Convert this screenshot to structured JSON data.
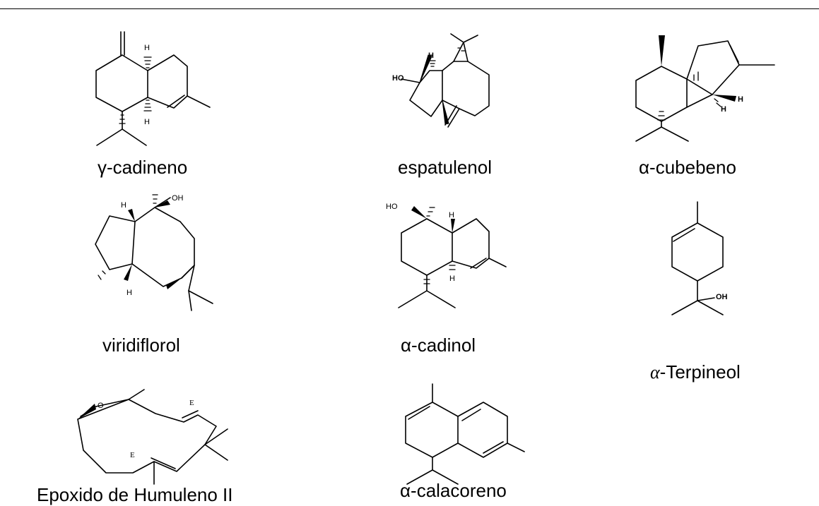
{
  "labels": {
    "gamma_cadineno": "γ-cadineno",
    "espatulenol": "espatulenol",
    "alpha_cubebeno": "α-cubebeno",
    "viridiflorol": "viridiflorol",
    "alpha_cadinol": "α-cadinol",
    "alpha_terpineol_prefix": "α",
    "alpha_terpineol_name": "-Terpineol",
    "epoxido_humuleno": "Epoxido de Humuleno II",
    "alpha_calacoreno": "α-calacoreno"
  },
  "atoms": {
    "oh": "OH",
    "ho": "HO",
    "h": "H",
    "o": "O",
    "e": "E"
  }
}
